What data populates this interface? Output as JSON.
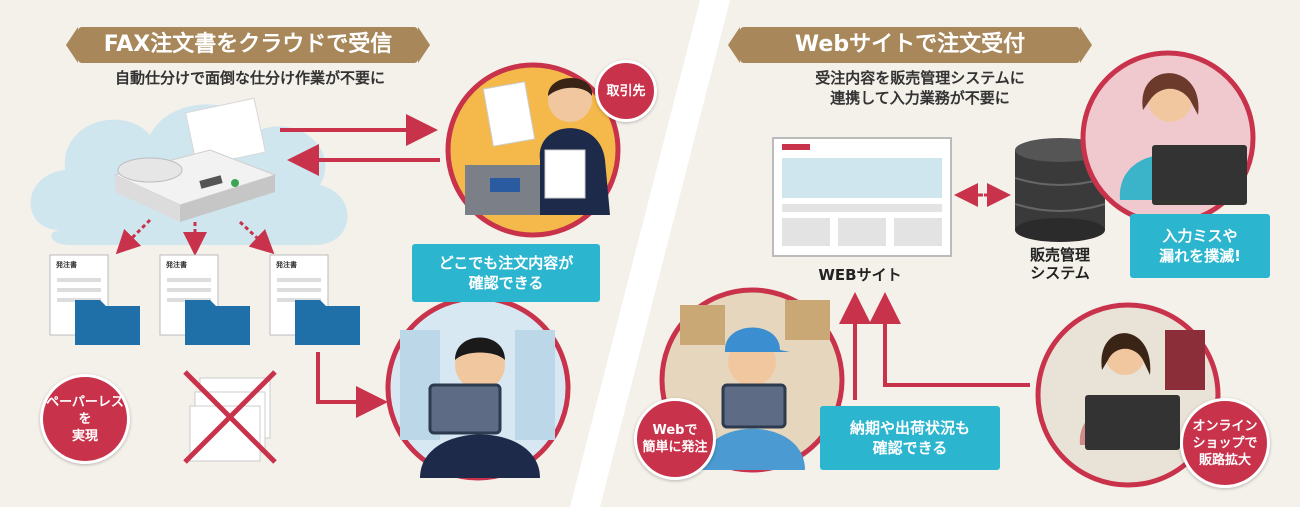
{
  "left": {
    "title": "FAX注文書をクラウドで受信",
    "subtitle": "自動仕分けで面倒な仕分け作業が不要に",
    "partner_badge": "取引先",
    "order_sheet_label": "発注書",
    "anywhere_bubble": "どこでも注文内容が\n確認できる",
    "paperless_badge": "ペーパーレスを\n実現"
  },
  "right": {
    "title": "Webサイトで注文受付",
    "subtitle": "受注内容を販売管理システムに\n連携して入力業務が不要に",
    "website_label": "WEBサイト",
    "system_label": "販売管理\nシステム",
    "input_bubble": "入力ミスや\n漏れを撲滅!",
    "web_order_badge": "Webで\n簡単に発注",
    "delivery_bubble": "納期や出荷状況も\n確認できる",
    "online_badge": "オンライン\nショップで\n販路拡大"
  },
  "colors": {
    "accent_red": "#c8334b",
    "title_gold": "#a8875a",
    "bubble_cyan": "#2bb5cf",
    "background": "#f4f0ea"
  }
}
